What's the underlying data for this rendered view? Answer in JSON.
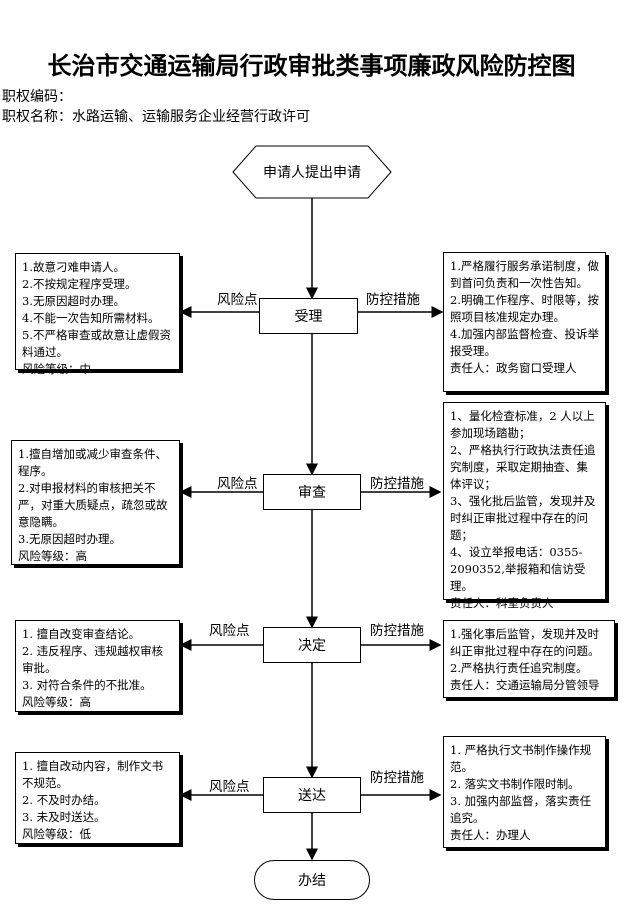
{
  "title": "长治市交通运输局行政审批类事项廉政风险防控图",
  "code_label": "职权编码：",
  "name_label": "职权名称：水路运输、运输服务企业经营行政许可",
  "start": "申请人提出申请",
  "end": "办结",
  "risk_label": "风险点",
  "measure_label": "防控措施",
  "stages": [
    {
      "name": "受理",
      "risks": [
        "1.故意刁难申请人。",
        "2.不按规定程序受理。",
        "3.无原因超时办理。",
        "4.不能一次告知所需材料。",
        "5.不严格审查或故意让虚假资料通过。",
        "风险等级：中"
      ],
      "measures": [
        "1.严格履行服务承诺制度，做到首问负责和一次性告知。",
        "2.明确工作程序、时限等，按照项目核准规定办理。",
        "4.加强内部监督检查、投诉举报受理。",
        "责任人：政务窗口受理人"
      ]
    },
    {
      "name": "审查",
      "risks": [
        "1.擅自增加或减少审查条件、程序。",
        "2.对申报材料的审核把关不严，对重大质疑点，疏忽或故意隐瞒。",
        "3.无原因超时办理。",
        "风险等级：高"
      ],
      "measures": [
        "1、量化检查标准，2 人以上参加现场踏勘；",
        "2、严格执行行政执法责任追究制度，采取定期抽查、集体评议；",
        "3、强化批后监管，发现并及时纠正审批过程中存在的问题；",
        "4、设立举报电话：0355-2090352,举报箱和信访受理。",
        "责任人：科室负责人"
      ]
    },
    {
      "name": "决定",
      "risks": [
        "1. 擅自改变审查结论。",
        "2. 违反程序、违规越权审核审批。",
        "3. 对符合条件的不批准。",
        "风险等级：高"
      ],
      "measures": [
        "1.强化事后监管，发现并及时纠正审批过程中存在的问题。",
        "2.严格执行责任追究制度。",
        "责任人：交通运输局分管领导"
      ]
    },
    {
      "name": "送达",
      "risks": [
        "1. 擅自改动内容，制作文书不规范。",
        "2. 不及时办结。",
        "3. 未及时送达。",
        "风险等级：低"
      ],
      "measures": [
        "1. 严格执行文书制作操作规范。",
        "2. 落实文书制作限时制。",
        "3. 加强内部监督，落实责任追究。",
        "责任人：办理人"
      ]
    }
  ]
}
